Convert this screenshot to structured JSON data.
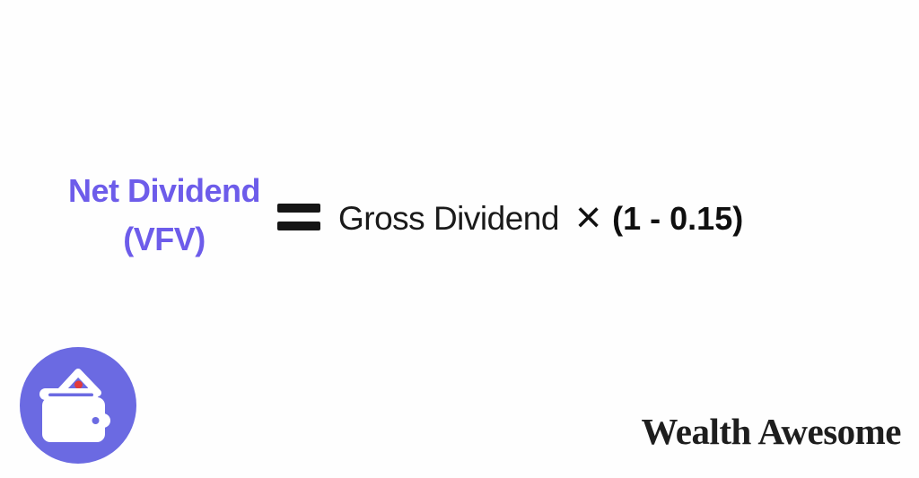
{
  "page": {
    "background": "#FEFEFE"
  },
  "formula": {
    "result_line1": "Net Dividend",
    "result_line2": "(VFV)",
    "equals_symbol": "=",
    "term": "Gross Dividend",
    "operator": "×",
    "factor": "(1 - 0.15)"
  },
  "branding": {
    "logo_text": "Wealth Awesome",
    "icon": "wallet-icon"
  },
  "colors": {
    "accent_purple": "#6D5CEA",
    "icon_circle_purple": "#6B6AE2",
    "formula_black": "#151515",
    "logo_black": "#1E1E1E",
    "bill_red": "#E23B3B",
    "white": "#FFFFFF",
    "page_bg": "#FEFEFE"
  }
}
